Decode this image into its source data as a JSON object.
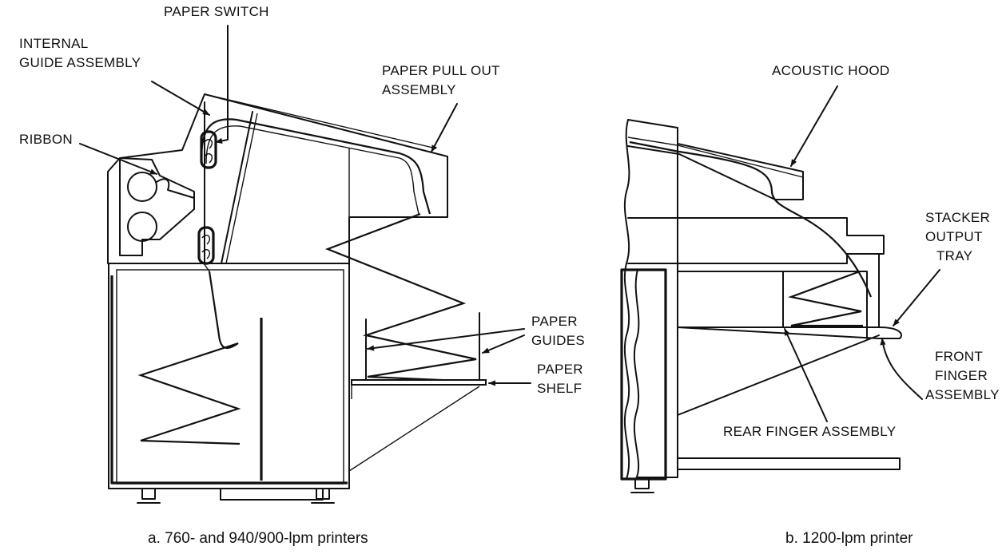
{
  "panel_a": {
    "labels": {
      "paper_switch": "PAPER SWITCH",
      "internal_guide_1": "INTERNAL",
      "internal_guide_2": "GUIDE ASSEMBLY",
      "ribbon": "RIBBON",
      "pull_out_1": "PAPER PULL OUT",
      "pull_out_2": "ASSEMBLY",
      "guides_1": "PAPER",
      "guides_2": "GUIDES",
      "shelf_1": "PAPER",
      "shelf_2": "SHELF"
    },
    "caption": "a.  760- and 940/900-lpm printers"
  },
  "panel_b": {
    "labels": {
      "acoustic_hood": "ACOUSTIC HOOD",
      "stacker_1": "STACKER",
      "stacker_2": "OUTPUT",
      "stacker_3": "TRAY",
      "front_finger_1": "FRONT",
      "front_finger_2": "FINGER",
      "front_finger_3": "ASSEMBLY",
      "rear_finger": "REAR FINGER ASSEMBLY"
    },
    "caption": "b.  1200-lpm printer"
  }
}
